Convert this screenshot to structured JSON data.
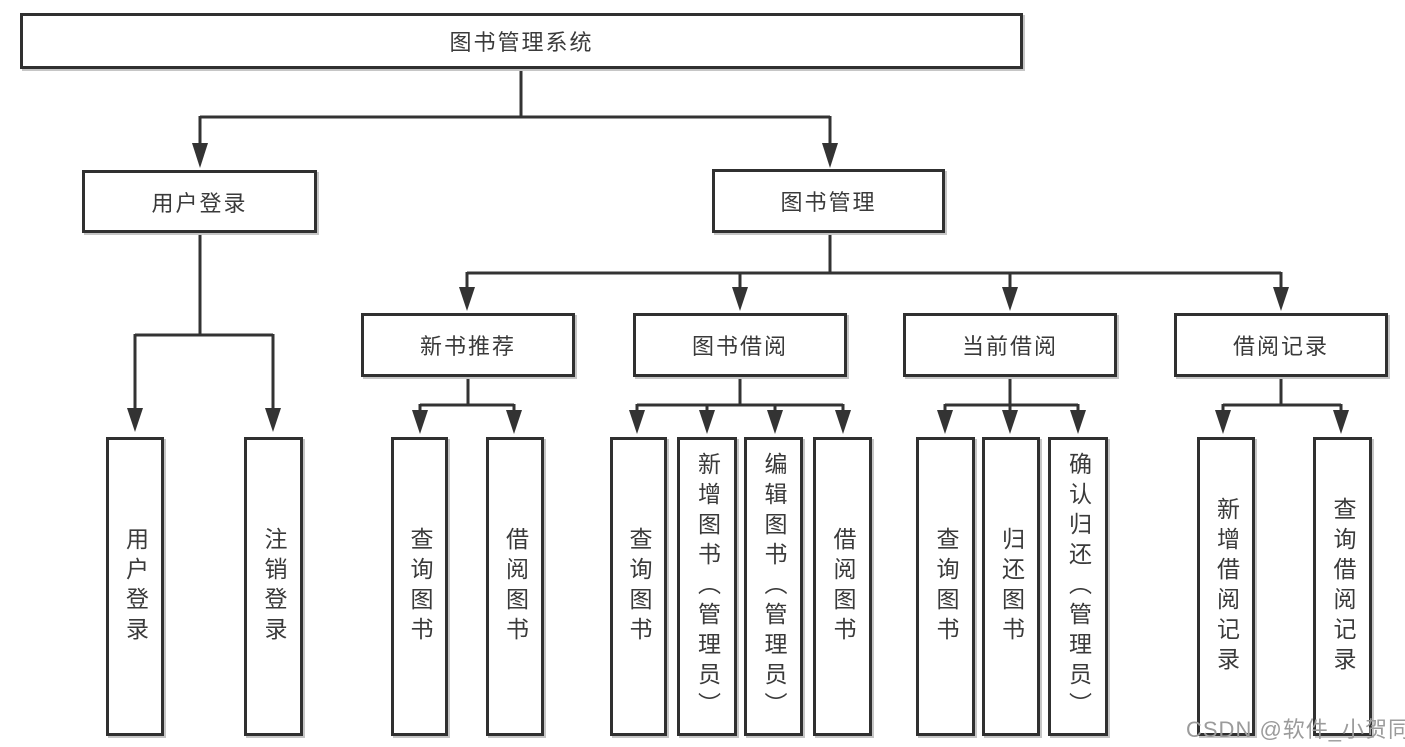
{
  "diagram_title": "图书管理系统",
  "tree": {
    "root": {
      "label": "图书管理系统"
    },
    "children": [
      {
        "label": "用户登录",
        "children": [
          {
            "label": "用户登录"
          },
          {
            "label": "注销登录"
          }
        ]
      },
      {
        "label": "图书管理",
        "children": [
          {
            "label": "新书推荐",
            "children": [
              {
                "label": "查询图书"
              },
              {
                "label": "借阅图书"
              }
            ]
          },
          {
            "label": "图书借阅",
            "children": [
              {
                "label": "查询图书"
              },
              {
                "label": "新增图书（管理员）"
              },
              {
                "label": "编辑图书（管理员）"
              },
              {
                "label": "借阅图书"
              }
            ]
          },
          {
            "label": "当前借阅",
            "children": [
              {
                "label": "查询图书"
              },
              {
                "label": "归还图书"
              },
              {
                "label": "确认归还（管理员）"
              }
            ]
          },
          {
            "label": "借阅记录",
            "children": [
              {
                "label": "新增借阅记录"
              },
              {
                "label": "查询借阅记录"
              }
            ]
          }
        ]
      }
    ]
  },
  "watermark": "CSDN @软件_小贺同学",
  "colors": {
    "line": "#333333",
    "box_border": "#303030",
    "text": "#3a3a3a",
    "watermark": "#9b9b9b",
    "background": "#ffffff"
  }
}
